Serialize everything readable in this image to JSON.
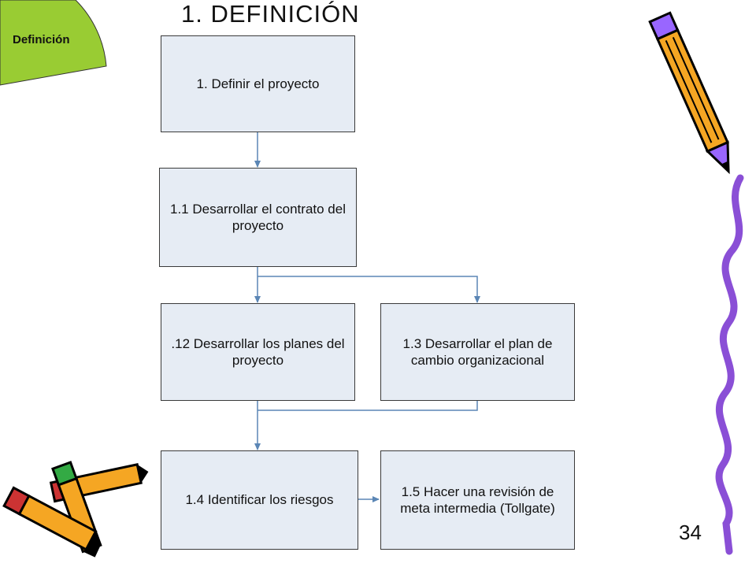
{
  "title": "1. DEFINICIÓN",
  "badge": {
    "label": "Definición",
    "color": "#99cc33"
  },
  "boxes": {
    "b1": "1. Definir el proyecto",
    "b11": "1.1 Desarrollar el contrato del proyecto",
    "b12": ".12 Desarrollar los planes del proyecto",
    "b13": "1.3 Desarrollar el plan de cambio organizacional",
    "b14": "1.4 Identificar los riesgos",
    "b15": "1.5 Hacer una revisión de meta intermedia (Tollgate)"
  },
  "page_number": "34",
  "colors": {
    "box_fill": "#e6ecf4",
    "connector": "#5b86b5",
    "pencil_body": "#f5a623",
    "squiggle": "#8a4fd6"
  },
  "icons": [
    "pencil-icon",
    "crossed-pencils-icon",
    "squiggle-decoration"
  ]
}
